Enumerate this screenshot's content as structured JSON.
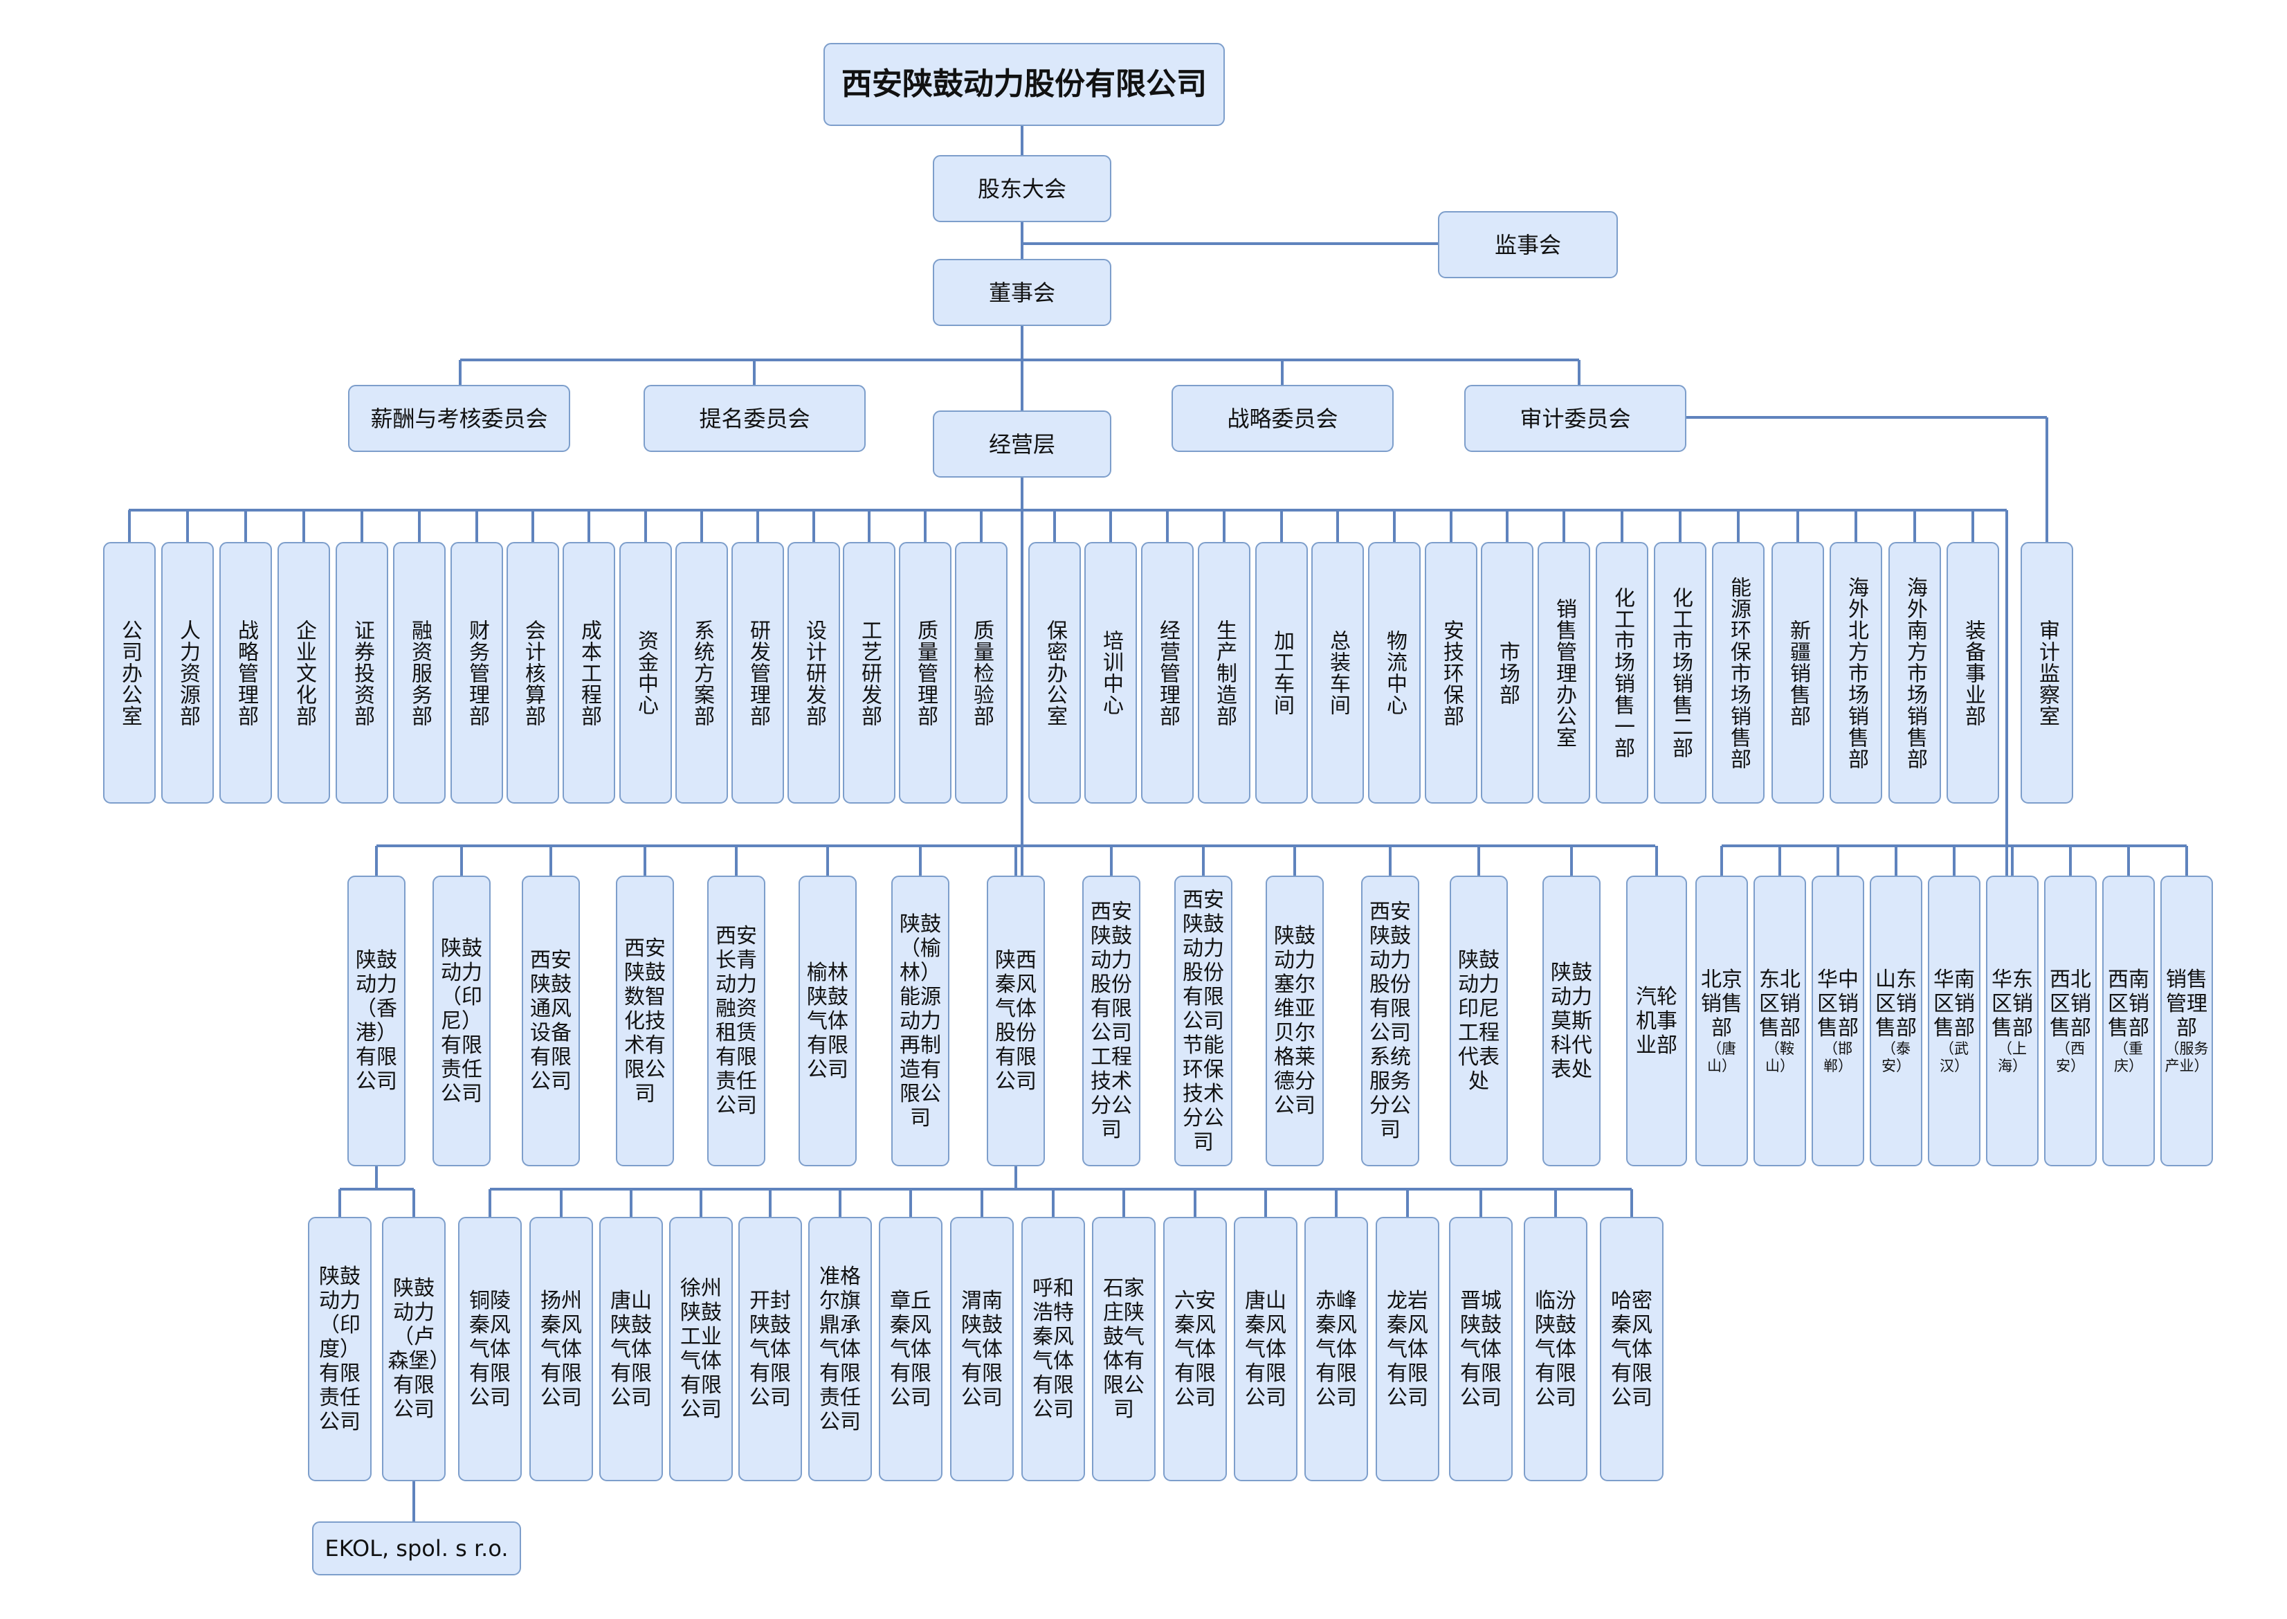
{
  "top": {
    "company": "西安陕鼓动力股份有限公司",
    "shareholders": "股东大会",
    "supervisors": "监事会",
    "board": "董事会",
    "management": "经营层"
  },
  "committees": [
    "薪酬与考核委员会",
    "提名委员会",
    "战略委员会",
    "审计委员会"
  ],
  "audit_office": "审计监察室",
  "departments": [
    "公司办公室",
    "人力资源部",
    "战略管理部",
    "企业文化部",
    "证券投资部",
    "融资服务部",
    "财务管理部",
    "会计核算部",
    "成本工程部",
    "资金中心",
    "系统方案部",
    "研发管理部",
    "设计研发部",
    "工艺研发部",
    "质量管理部",
    "质量检验部",
    "保密办公室",
    "培训中心",
    "经营管理部",
    "生产制造部",
    "加工车间",
    "总装车间",
    "物流中心",
    "安技环保部",
    "市场部",
    "销售管理办公室",
    "化工市场销售一部",
    "化工市场销售二部",
    "能源环保市场销售部",
    "新疆销售部",
    "海外北方市场销售部",
    "海外南方市场销售部",
    "装备事业部"
  ],
  "subsidiaries": [
    "陕鼓动力（香港）有限公司",
    "陕鼓动力（印尼）有限责任公司",
    "西安陕鼓通风设备有限公司",
    "西安陕鼓数智化技术有限公司",
    "西安长青动力融资租赁有限责任公司",
    "榆林陕鼓气体有限公司",
    "陕鼓（榆林）能源动力再制造有限公司",
    "陕西秦风气体股份有限公司",
    "西安陕鼓动力股份有限公司工程技术分公司",
    "西安陕鼓动力股份有限公司节能环保技术分公司",
    "陕鼓动力塞尔维亚贝尔格莱德分公司",
    "西安陕鼓动力股份有限公司系统服务分公司",
    "陕鼓动力印尼工程代表处",
    "陕鼓动力莫斯科代表处",
    "汽轮机事业部"
  ],
  "sales_offices": [
    {
      "name": "北京销售部",
      "city": "（唐山）"
    },
    {
      "name": "东北区销售部",
      "city": "（鞍山）"
    },
    {
      "name": "华中区销售部",
      "city": "（邯郸）"
    },
    {
      "name": "山东区销售部",
      "city": "（泰安）"
    },
    {
      "name": "华南区销售部",
      "city": "（武汉）"
    },
    {
      "name": "华东区销售部",
      "city": "（上海）"
    },
    {
      "name": "西北区销售部",
      "city": "（西安）"
    },
    {
      "name": "西南区销售部",
      "city": "（重庆）"
    },
    {
      "name": "销售管理部",
      "city": "（服务产业）"
    }
  ],
  "hk_subs": [
    "陕鼓动力（印度）有限责任公司",
    "陕鼓动力（卢森堡）有限公司"
  ],
  "lux_sub": "EKOL, spol. s r.o.",
  "gas_subs": [
    "铜陵秦风气体有限公司",
    "扬州秦风气体有限公司",
    "唐山陕鼓气体有限公司",
    "徐州陕鼓工业气体有限公司",
    "开封陕鼓气体有限公司",
    "准格尔旗鼎承气体有限责任公司",
    "章丘秦风气体有限公司",
    "渭南陕鼓气体有限公司",
    "呼和浩特秦风气体有限公司",
    "石家庄陕鼓气体有限公司",
    "六安秦风气体有限公司",
    "唐山秦风气体有限公司",
    "赤峰秦风气体有限公司",
    "龙岩秦风气体有限公司",
    "晋城陕鼓气体有限公司",
    "临汾陕鼓气体有限公司",
    "哈密秦风气体有限公司"
  ],
  "colors": {
    "box_fill": "#dbe8fb",
    "box_border": "#7d9ecb",
    "line": "#5f83bd",
    "text": "#111111"
  }
}
